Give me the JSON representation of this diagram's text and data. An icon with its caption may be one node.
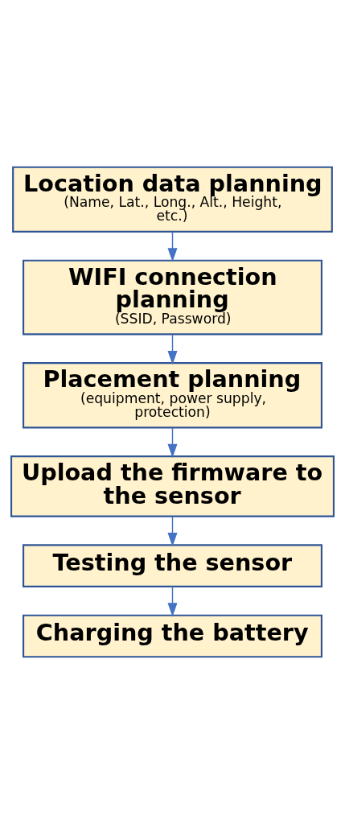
{
  "diagram": {
    "nodes": [
      {
        "text": [
          "Location data planning",
          "(Name, Lat., Long., Alt., Height, etc.)"
        ]
      },
      {
        "text": [
          "WIFI connection planning",
          "(SSID, Password)"
        ]
      },
      {
        "text": [
          "Placement planning",
          "(equipment, power supply, protection)"
        ]
      },
      {
        "text": [
          "Upload the firmware to the sensor"
        ]
      },
      {
        "text": [
          "Testing the sensor"
        ]
      },
      {
        "text": [
          "Charging the battery"
        ]
      }
    ],
    "edges": [
      {
        "from": 0,
        "to": 1,
        "arrow": "to"
      },
      {
        "from": 1,
        "to": 2,
        "arrow": "to"
      },
      {
        "from": 2,
        "to": 3,
        "arrow": "to"
      },
      {
        "from": 3,
        "to": 4,
        "arrow": "to"
      },
      {
        "from": 4,
        "to": 5,
        "arrow": "to"
      }
    ]
  }
}
